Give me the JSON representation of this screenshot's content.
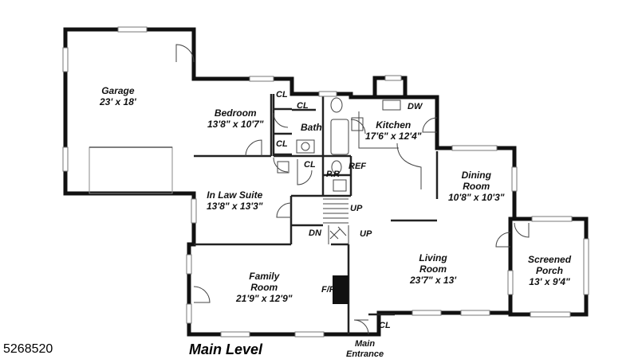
{
  "rooms": {
    "garage": {
      "name": "Garage",
      "dims": "23' x 18'"
    },
    "bedroom": {
      "name": "Bedroom",
      "dims": "13'8\" x 10'7\""
    },
    "bath": {
      "name": "Bath"
    },
    "kitchen": {
      "name": "Kitchen",
      "dims": "17'6\" x 12'4\""
    },
    "dining": {
      "name1": "Dining",
      "name2": "Room",
      "dims": "10'8\" x 10'3\""
    },
    "inlaw": {
      "name": "In Law Suite",
      "dims": "13'8\" x 13'3\""
    },
    "family": {
      "name1": "Family",
      "name2": "Room",
      "dims": "21'9\" x 12'9\""
    },
    "living": {
      "name1": "Living",
      "name2": "Room",
      "dims": "23'7\" x 13'"
    },
    "porch": {
      "name1": "Screened",
      "name2": "Porch",
      "dims": "13' x 9'4\""
    }
  },
  "labels": {
    "closet": "CL",
    "dishwasher": "DW",
    "refrigerator": "REF",
    "powder_room": "P.R",
    "up": "UP",
    "down": "DN",
    "fireplace": "F/P",
    "entrance_line1": "Main",
    "entrance_line2": "Entrance"
  },
  "floor_title": "Main Level",
  "listing_number": "5268520"
}
